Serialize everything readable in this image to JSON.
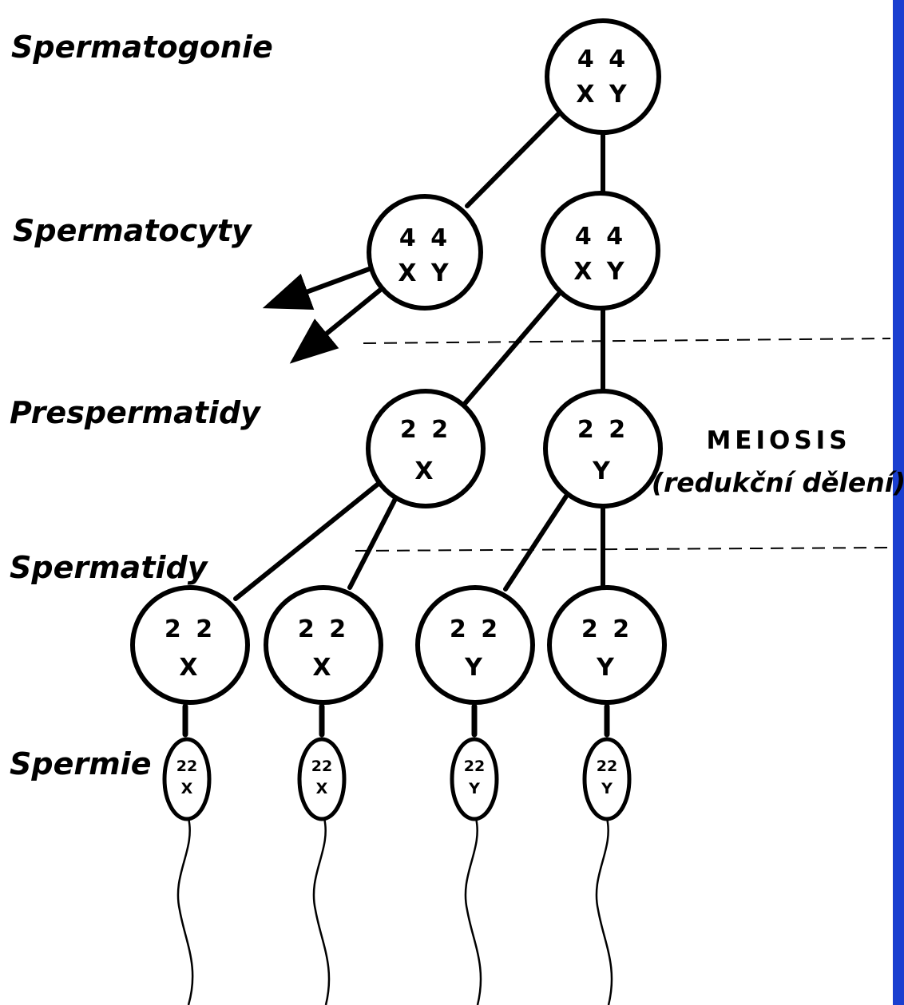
{
  "stages": {
    "spermatogonie": "Spermatogonie",
    "spermatocyty": "Spermatocyty",
    "prespermatidy": "Prespermatidy",
    "spermatidy": "Spermatidy",
    "spermie": "Spermie"
  },
  "meiosis": {
    "title": "MEIOSIS",
    "subtitle": "(redukční dělení)"
  },
  "cells": {
    "spermatogonium": {
      "top": "4 4",
      "bottom": "X Y"
    },
    "spermatocyte_left": {
      "top": "4 4",
      "bottom": "X Y"
    },
    "spermatocyte_right": {
      "top": "4 4",
      "bottom": "X Y"
    },
    "prespermatid_x": {
      "top": "2 2",
      "bottom": "X"
    },
    "prespermatid_y": {
      "top": "2 2",
      "bottom": "Y"
    },
    "spermatid_1": {
      "top": "2 2",
      "bottom": "X"
    },
    "spermatid_2": {
      "top": "2 2",
      "bottom": "X"
    },
    "spermatid_3": {
      "top": "2 2",
      "bottom": "Y"
    },
    "spermatid_4": {
      "top": "2 2",
      "bottom": "Y"
    },
    "sperm_1": {
      "top": "22",
      "bottom": "X"
    },
    "sperm_2": {
      "top": "22",
      "bottom": "X"
    },
    "sperm_3": {
      "top": "22",
      "bottom": "Y"
    },
    "sperm_4": {
      "top": "22",
      "bottom": "Y"
    }
  },
  "colors": {
    "background": "#ffffff",
    "ink": "#000000",
    "right_border": "#1a3fd0"
  }
}
